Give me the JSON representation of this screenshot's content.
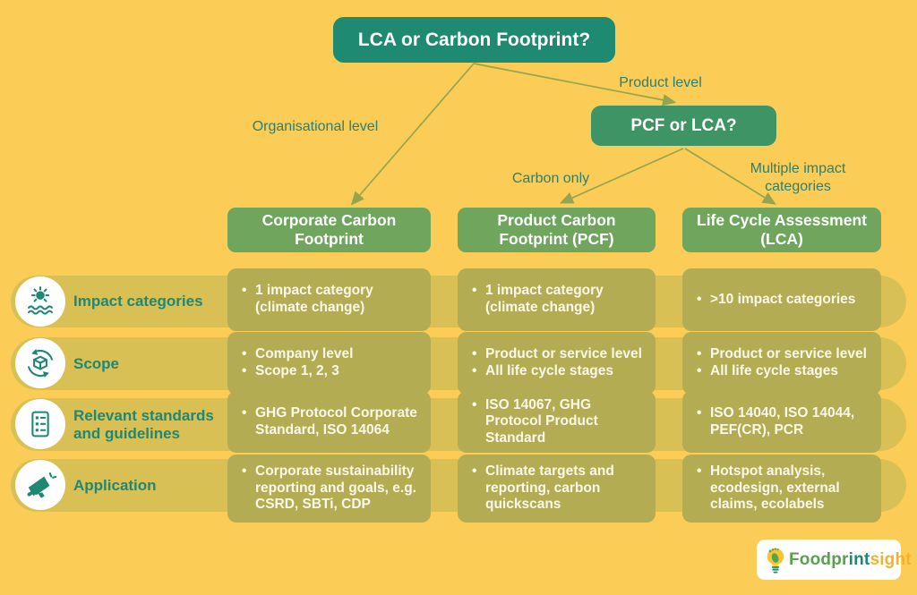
{
  "palette": {
    "background": "#FBCD57",
    "root_box": "#1E8A71",
    "decision_box": "#3F9465",
    "header_box": "#6FA55C",
    "row_band": "#D9C055",
    "cell": "#B3AC52",
    "teal_text": "#1F8875",
    "edge_label_text": "#2F7E6C",
    "arrow_line": "#93A64F",
    "cell_text": "#FCF8EA"
  },
  "flow": {
    "root": "LCA or Carbon Footprint?",
    "decision": "PCF or LCA?",
    "edge_labels": {
      "organisational": "Organisational level",
      "product": "Product level",
      "carbon_only": "Carbon only",
      "multiple_impact": "Multiple impact categories"
    }
  },
  "columns": [
    {
      "header": "Corporate Carbon Footprint"
    },
    {
      "header": "Product Carbon Footprint (PCF)"
    },
    {
      "header": "Life Cycle Assessment (LCA)"
    }
  ],
  "rows": [
    {
      "label": "Impact categories",
      "icon": "sun-over-water-icon",
      "cells": [
        [
          "1 impact category (climate change)"
        ],
        [
          "1 impact category (climate change)"
        ],
        [
          ">10 impact categories"
        ]
      ]
    },
    {
      "label": "Scope",
      "icon": "cycle-box-icon",
      "cells": [
        [
          "Company level",
          "Scope 1, 2, 3"
        ],
        [
          "Product or service level",
          "All life cycle stages"
        ],
        [
          "Product or service level",
          "All life cycle stages"
        ]
      ]
    },
    {
      "label": "Relevant standards and guidelines",
      "icon": "checklist-document-icon",
      "cells": [
        [
          "GHG Protocol Corporate Standard, ISO 14064"
        ],
        [
          "ISO 14067, GHG Protocol Product Standard"
        ],
        [
          "ISO 14040, ISO 14044, PEF(CR), PCR"
        ]
      ]
    },
    {
      "label": "Application",
      "icon": "megaphone-icon",
      "cells": [
        [
          "Corporate sustainability reporting and goals, e.g. CSRD, SBTi, CDP"
        ],
        [
          "Climate targets and reporting, carbon quickscans"
        ],
        [
          "Hotspot analysis, ecodesign, external claims, ecolabels"
        ]
      ]
    }
  ],
  "logo": {
    "part_green": "Foodpr",
    "part_teal": "int",
    "part_orange": "sight"
  }
}
